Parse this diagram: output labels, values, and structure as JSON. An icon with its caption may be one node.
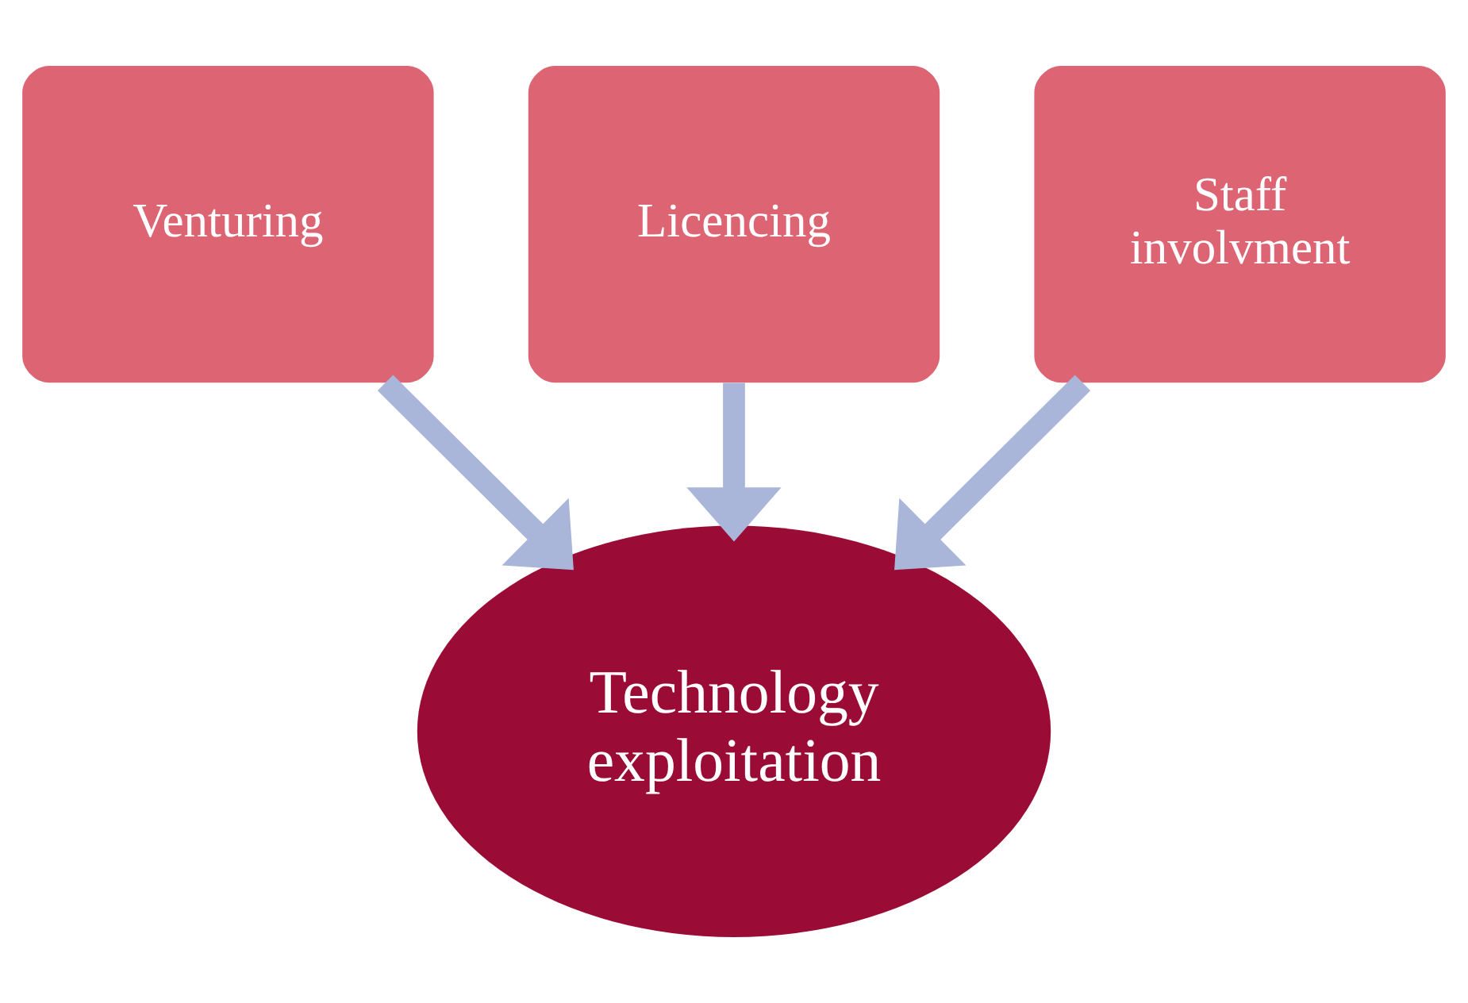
{
  "diagram": {
    "nodes": [
      {
        "text": [
          "Venturing"
        ]
      },
      {
        "text": [
          "Licencing"
        ]
      },
      {
        "text": [
          "Staff involvment"
        ]
      },
      {
        "text": [
          "Technology exploitation"
        ]
      }
    ],
    "edges": [
      {
        "from": 0,
        "to": 3,
        "arrow": "to"
      },
      {
        "from": 1,
        "to": 3,
        "arrow": "to"
      },
      {
        "from": 2,
        "to": 3,
        "arrow": "to"
      }
    ]
  }
}
